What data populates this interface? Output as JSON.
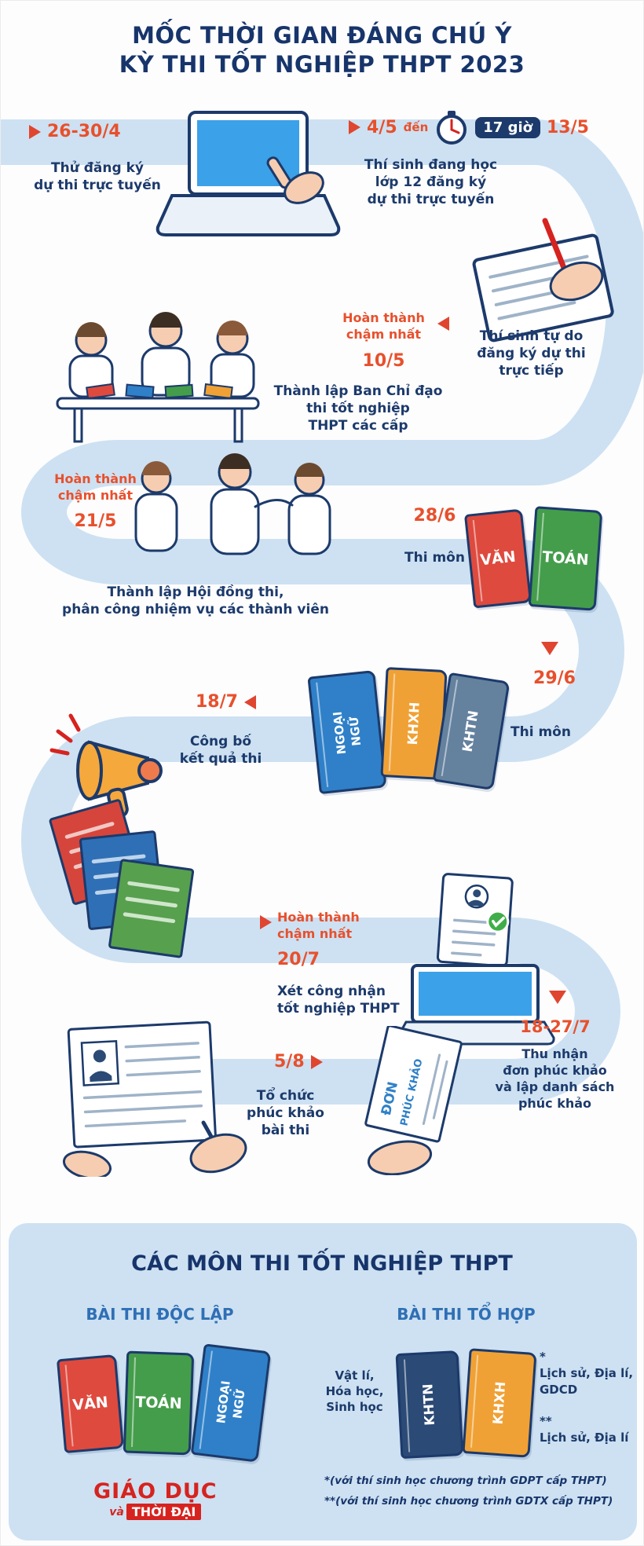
{
  "colors": {
    "navy": "#1c3a6b",
    "orange_accent": "#e8502c",
    "path_blue": "#cde1f2",
    "panel_blue": "#cde1f2",
    "book_red": "#df4a3e",
    "book_green": "#449d4b",
    "book_blue": "#2f80c8",
    "book_orange": "#f0a135",
    "book_slate": "#64819e",
    "book_navy": "#2b4a75",
    "logo_red": "#d6231f"
  },
  "icons": {
    "marker-right-icon": "▶",
    "marker-left-icon": "◀",
    "marker-down-icon": "▼",
    "clock-icon": "🕑"
  },
  "title": {
    "line1": "MỐC THỜI GIAN ĐÁNG CHÚ Ý",
    "line2": "KỲ THI TỐT NGHIỆP THPT 2023"
  },
  "milestones": {
    "trial_reg": {
      "date": "26-30/4",
      "text": "Thử đăng ký\ndự thi trực tuyến"
    },
    "online_reg": {
      "date_from": "4/5",
      "den": "đến",
      "time": "17 giờ",
      "date_to": "13/5",
      "text": "Thí sinh đang học\nlớp 12 đăng ký\ndự thi trực tuyến"
    },
    "direct_reg": {
      "text": "Thí sinh tự do\nđăng ký dự thi\ntrực tiếp"
    },
    "steering_committee": {
      "label": "Hoàn thành\nchậm nhất",
      "date": "10/5",
      "text": "Thành lập Ban Chỉ đạo\nthi tốt nghiệp\nTHPT các cấp"
    },
    "exam_council": {
      "label": "Hoàn thành\nchậm nhất",
      "date": "21/5",
      "text": "Thành lập Hội đồng thi,\nphân công nhiệm vụ các thành viên"
    },
    "exam_day1": {
      "date": "28/6",
      "text": "Thi môn",
      "books": [
        "VĂN",
        "TOÁN"
      ]
    },
    "exam_day2": {
      "date": "29/6",
      "text": "Thi môn",
      "books": [
        "NGOẠI\nNGỮ",
        "KHXH",
        "KHTN"
      ]
    },
    "results": {
      "date": "18/7",
      "text": "Công bố\nkết quả thi"
    },
    "graduation": {
      "label": "Hoàn thành\nchậm nhất",
      "date": "20/7",
      "text": "Xét công nhận\ntốt nghiệp THPT"
    },
    "review_requests": {
      "date": "18-27/7",
      "text": "Thu nhận\nđơn phúc khảo\nvà lập danh sách\nphúc khảo",
      "paper_label_1": "ĐƠN",
      "paper_label_2": "PHÚC KHẢO"
    },
    "review": {
      "date": "5/8",
      "text": "Tổ chức\nphúc khảo\nbài thi"
    }
  },
  "subjects_panel": {
    "heading": "CÁC MÔN THI TỐT NGHIỆP THPT",
    "independent": {
      "title": "BÀI THI ĐỘC LẬP",
      "books": [
        "VĂN",
        "TOÁN",
        "NGOẠI\nNGỮ"
      ]
    },
    "combined": {
      "title": "BÀI THI TỔ HỢP",
      "khtn_subjects": "Vật lí,\nHóa học,\nSinh học",
      "books": [
        "KHTN",
        "KHXH"
      ],
      "note1": "*\nLịch sử, Địa lí,\nGDCD",
      "note2": "**\nLịch sử, Địa lí"
    },
    "footnote1": "*(với thí sinh học chương trình GDPT cấp THPT)",
    "footnote2": "**(với thí sinh học chương trình GDTX cấp THPT)"
  },
  "logo": {
    "line1": "GIÁO DỤC",
    "prefix": "và",
    "line2": "THỜI ĐẠI"
  }
}
